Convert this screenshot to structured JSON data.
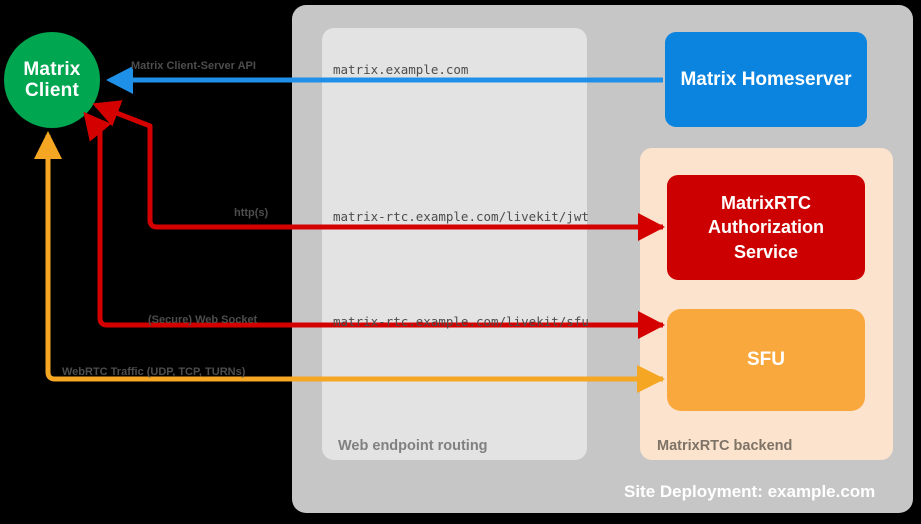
{
  "diagram": {
    "title": "Site Deployment: example.com",
    "background": "#000000"
  },
  "colors": {
    "client_green": "#00a650",
    "homeserver_blue": "#0b84e0",
    "auth_red": "#cc0000",
    "sfu_orange": "#f8a83c",
    "site_container_gray": "#c6c6c6",
    "web_routing_gray": "#e2e2e2",
    "backend_peach": "#fce3cd",
    "arrow_blue": "#1e90e8",
    "arrow_red": "#d40000",
    "arrow_orange": "#f5a623",
    "label_gray": "#4d4d4d"
  },
  "nodes": {
    "client": {
      "label_line1": "Matrix",
      "label_line2": "Client",
      "shape": "circle"
    },
    "homeserver": {
      "label": "Matrix Homeserver",
      "shape": "rounded-rect"
    },
    "auth_service": {
      "label_line1": "MatrixRTC",
      "label_line2": "Authorization",
      "label_line3": "Service",
      "shape": "rounded-rect"
    },
    "sfu": {
      "label": "SFU",
      "shape": "rounded-rect"
    }
  },
  "containers": {
    "site_deployment": {
      "caption": "Site Deployment: example.com"
    },
    "web_endpoint_routing": {
      "caption": "Web endpoint routing"
    },
    "matrixrtc_backend": {
      "caption": "MatrixRTC backend"
    }
  },
  "edges": [
    {
      "id": "cs-api",
      "protocol_label": "Matrix Client-Server API",
      "endpoint_label": "matrix.example.com",
      "color": "#1e90e8",
      "from": "homeserver",
      "to": "client"
    },
    {
      "id": "jwt",
      "protocol_label": "http(s)",
      "endpoint_label": "matrix-rtc.example.com/livekit/jwt",
      "color": "#d40000",
      "from": "auth_service",
      "to": "client"
    },
    {
      "id": "websocket",
      "protocol_label": "(Secure) Web Socket",
      "endpoint_label": "matrix-rtc.example.com/livekit/sfu",
      "color": "#d40000",
      "from": "sfu",
      "to": "client"
    },
    {
      "id": "webrtc",
      "protocol_label": "WebRTC Traffic (UDP, TCP, TURNs)",
      "endpoint_label": "",
      "color": "#f5a623",
      "from": "sfu",
      "to": "client"
    }
  ]
}
